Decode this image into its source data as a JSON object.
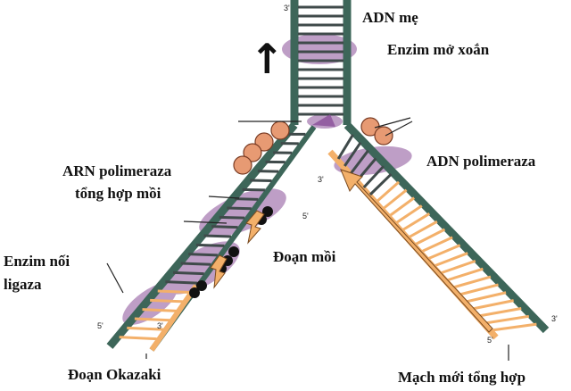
{
  "labels": {
    "adn_me": "ADN mẹ",
    "enzim_mo_xoan": "Enzim mở xoắn",
    "adn_polimeraza": "ADN polimeraza",
    "arn_polimeraza_line1": "ARN polimeraza",
    "arn_polimeraza_line2": "tổng hợp mồi",
    "doan_moi": "Đoạn mồi",
    "enzim_noi_line1": "Enzim nối",
    "enzim_noi_line2": "ligaza",
    "doan_okazaki": "Đoạn Okazaki",
    "mach_moi": "Mạch mới tổng hợp"
  },
  "primes": {
    "top": "3'",
    "left_5": "5'",
    "left_bottom_5": "5'",
    "left_bottom_3": "3'",
    "right_3": "3'",
    "right_bottom_5": "5'",
    "right_bottom_3": "3'"
  },
  "arrow": {
    "glyph": "↑"
  },
  "colors": {
    "strand": "#3d6659",
    "rung": "#3f4a4a",
    "new_strand": "#f3b06a",
    "helicase": "#8a4f98",
    "ssb": "#e79a73",
    "primer": "#111111"
  }
}
